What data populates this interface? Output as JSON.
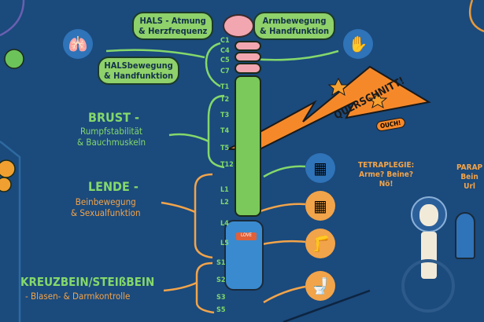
{
  "bubbles": {
    "hals_atmung": [
      "HALS - Atmung",
      "& Herzfrequenz"
    ],
    "armbewegung": [
      "Armbewegung",
      "& Handfunktion"
    ],
    "halsbewegung": [
      "HALSbewegung",
      "& Handfunktion"
    ]
  },
  "vertebrae": [
    "C1",
    "C4",
    "C5",
    "C7",
    "T1",
    "T2",
    "T3",
    "T4",
    "T5",
    "T12",
    "L1",
    "L2",
    "L4",
    "L5",
    "S1",
    "S2",
    "S3",
    "S5"
  ],
  "regions": {
    "brust": {
      "title": "BRUST -",
      "lines": [
        "Rumpfstabilität",
        "& Bauchmuskeln"
      ]
    },
    "lende": {
      "title": "LENDE -",
      "lines": [
        "Beinbewegung",
        "& Sexualfunktion"
      ]
    },
    "kreuzbein": {
      "title": "KREUZBEIN/STEIßBEIN",
      "lines": [
        "- Blasen- & Darmkontrolle"
      ]
    }
  },
  "injury": {
    "label": "QUERSCHNITT!",
    "exclaim": "OUCH!"
  },
  "vertebra_badge": "LOVE",
  "tetraplegie": [
    "TETRAPLEGIE:",
    "Arme? Beine?",
    "Nö!"
  ],
  "paraplegie": [
    "PARAP",
    "Bein",
    "Url"
  ],
  "colors": {
    "background": "#1b4a7c",
    "green": "#84d86b",
    "orange": "#f2a44a"
  }
}
